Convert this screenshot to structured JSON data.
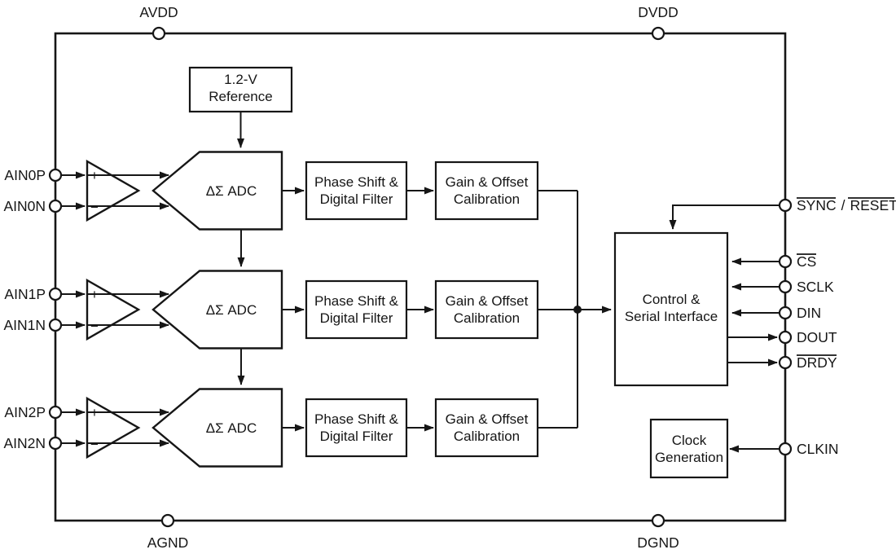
{
  "power_pins": {
    "avdd": "AVDD",
    "dvdd": "DVDD",
    "agnd": "AGND",
    "dgnd": "DGND"
  },
  "left_pins": [
    "AIN0P",
    "AIN0N",
    "AIN1P",
    "AIN1N",
    "AIN2P",
    "AIN2N"
  ],
  "right_pins": {
    "sync_reset": {
      "first": "SYNC",
      "separator": "/",
      "second": "RESET"
    },
    "cs": "CS",
    "sclk": "SCLK",
    "din": "DIN",
    "dout": "DOUT",
    "drdy": "DRDY",
    "clkin": "CLKIN"
  },
  "blocks": {
    "reference": {
      "line1": "1.2-V",
      "line2": "Reference"
    },
    "adc": {
      "label": "ΔΣ ADC"
    },
    "phase": {
      "line1": "Phase Shift &",
      "line2": "Digital Filter"
    },
    "gain": {
      "line1": "Gain & Offset",
      "line2": "Calibration"
    },
    "control": {
      "line1": "Control &",
      "line2": "Serial Interface"
    },
    "clock": {
      "line1": "Clock",
      "line2": "Generation"
    }
  },
  "amp_inputs": {
    "plus": "+",
    "minus": "−"
  },
  "colors": {
    "line": "#161616",
    "background": "#ffffff",
    "block_fill": "#ffffff"
  }
}
